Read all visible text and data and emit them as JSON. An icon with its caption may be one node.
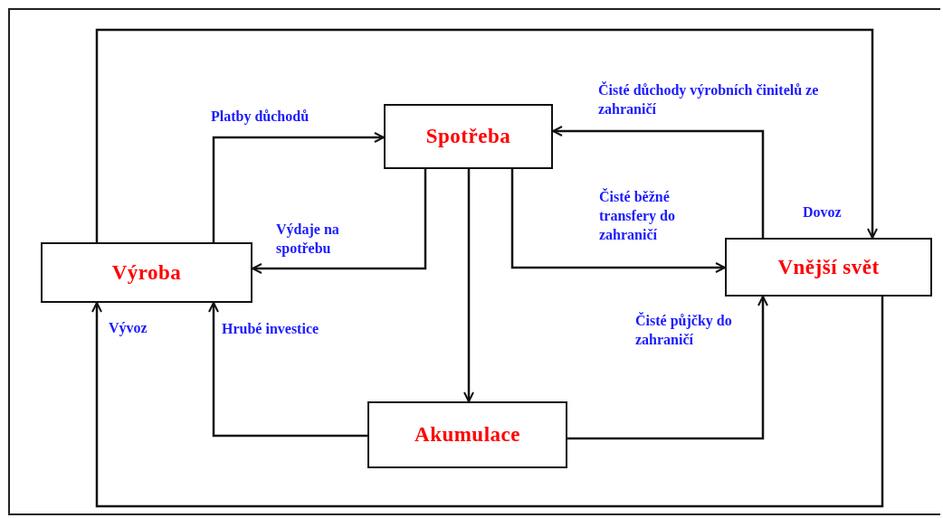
{
  "diagram": {
    "nodes": [
      {
        "text": [
          "Výroba"
        ]
      },
      {
        "text": [
          "Spotřeba"
        ]
      },
      {
        "text": [
          "Vnější svět"
        ]
      },
      {
        "text": [
          "Akumulace"
        ]
      }
    ],
    "edges": [
      {
        "from": 0,
        "to": 1,
        "arrow": "to",
        "label": "Platby důchodů"
      },
      {
        "from": 1,
        "to": 0,
        "arrow": "to",
        "label": "Výdaje na spotřebu"
      },
      {
        "from": 1,
        "to": 3,
        "arrow": "to"
      },
      {
        "from": 1,
        "to": 2,
        "arrow": "to",
        "label": "Čisté běžné transfery do zahraničí"
      },
      {
        "from": 2,
        "to": 1,
        "arrow": "to",
        "label": "Čisté důchody výrobních činitelů ze zahraničí"
      },
      {
        "from": 3,
        "to": 0,
        "arrow": "to",
        "label": "Hrubé investice"
      },
      {
        "from": 3,
        "to": 2,
        "arrow": "to",
        "label": "Čisté půjčky do zahraničí"
      },
      {
        "from": 0,
        "to": 2,
        "arrow": "to",
        "label": "Dovoz"
      },
      {
        "from": 2,
        "to": 0,
        "arrow": "to",
        "label": "Vývoz"
      }
    ]
  }
}
